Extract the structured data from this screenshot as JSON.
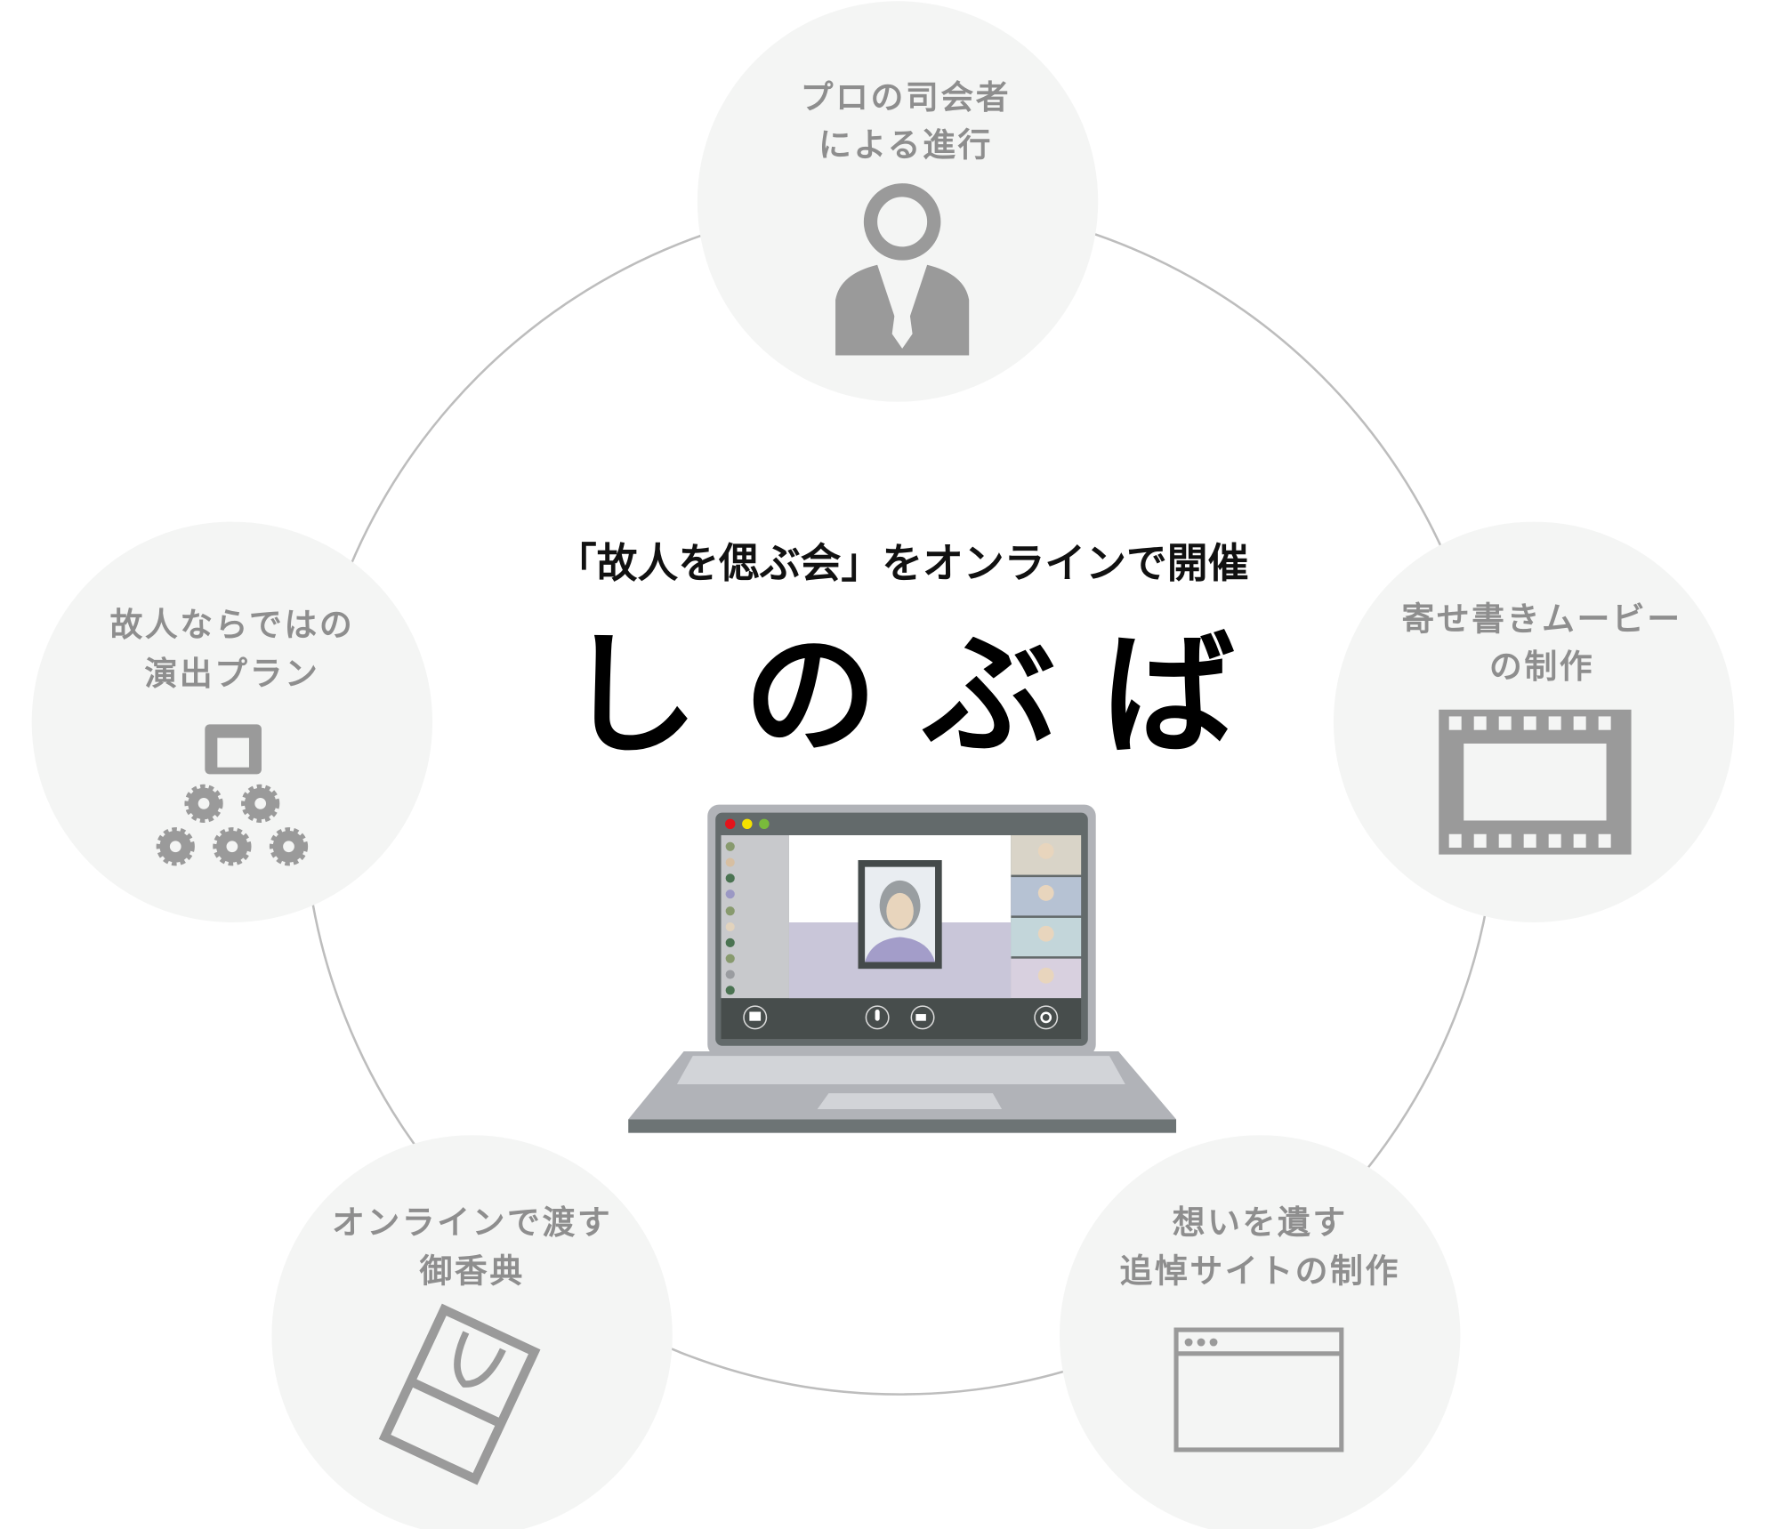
{
  "tagline": "「故人を偲ぶ会」をオンラインで開催",
  "logo": "しのぶば",
  "features": [
    {
      "line1": "プロの司会者",
      "line2": "による進行",
      "icon": "mc-person-icon"
    },
    {
      "line1": "寄せ書きムービー",
      "line2": "の制作",
      "icon": "film-icon"
    },
    {
      "line1": "想いを遺す",
      "line2": "追悼サイトの制作",
      "icon": "browser-window-icon"
    },
    {
      "line1": "オンラインで渡す",
      "line2": "御香典",
      "icon": "envelope-icon"
    },
    {
      "line1": "故人ならではの",
      "line2": "演出プラン",
      "icon": "flower-stand-icon"
    }
  ],
  "colors": {
    "circle": "#f4f5f4",
    "icon": "#9a9a9a",
    "ring": "#bdbdbd",
    "text": "#8e8e8e"
  }
}
